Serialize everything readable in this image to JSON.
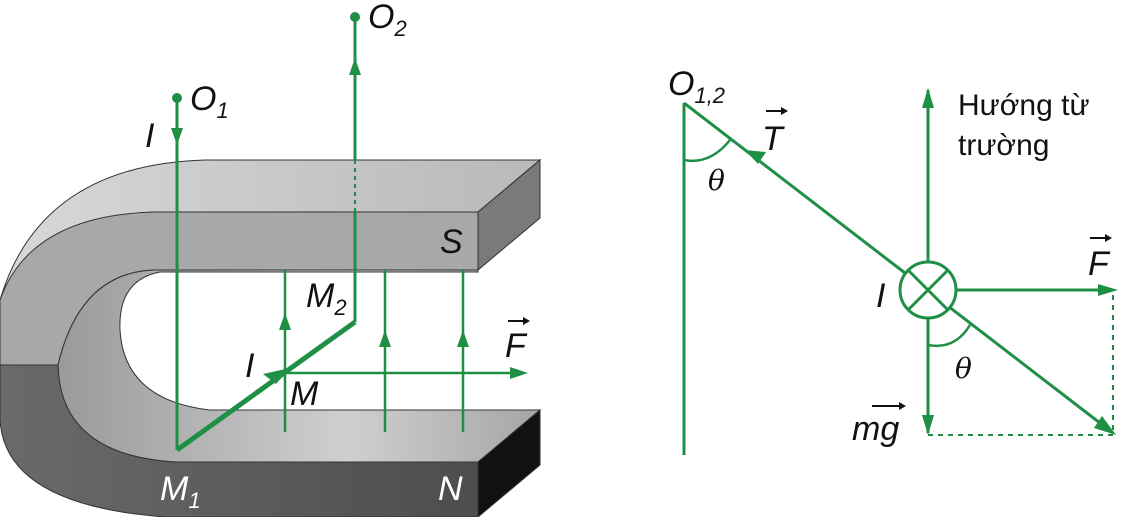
{
  "left": {
    "O1": "O",
    "O1_sub": "1",
    "O2": "O",
    "O2_sub": "2",
    "I_wire": "I",
    "I_rod": "I",
    "S": "S",
    "N": "N",
    "M1": "M",
    "M1_sub": "1",
    "M2": "M",
    "M2_sub": "2",
    "M": "M",
    "F": "F"
  },
  "right": {
    "O12": "O",
    "O12_sub": "1,2",
    "T": "T",
    "theta_top": "θ",
    "theta_bottom": "θ",
    "I": "I",
    "F": "F",
    "mg": "mg",
    "field_line1": "Hướng từ",
    "field_line2": "trường"
  },
  "colors": {
    "green": "#1f8f46",
    "magnet_light": "#bdbdbd",
    "magnet_dark": "#5a5a5a"
  }
}
